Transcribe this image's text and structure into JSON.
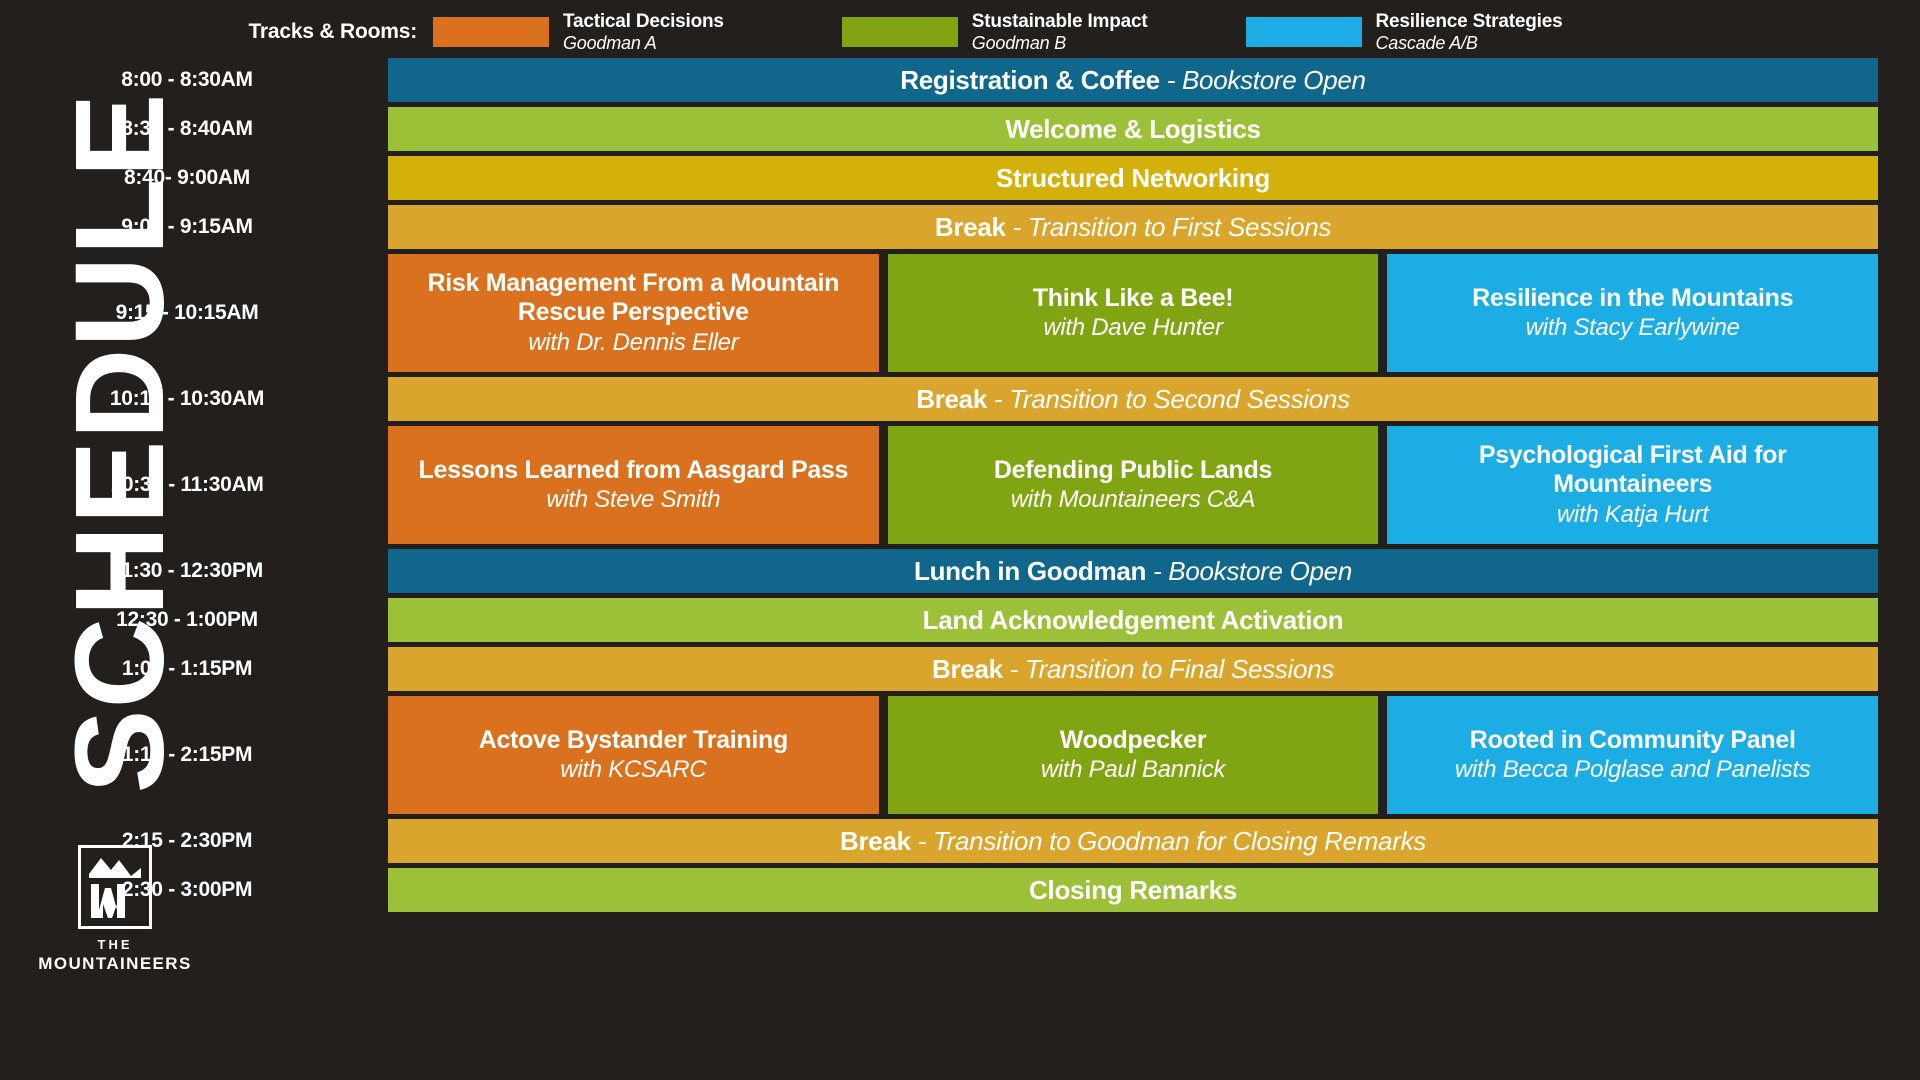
{
  "page": {
    "title": "SCHEDULE",
    "background_color": "#221f1d"
  },
  "logo": {
    "mark": "mountain-m-icon",
    "line1": "THE",
    "line2": "MOUNTAINEERS"
  },
  "legend": {
    "title": "Tracks & Rooms:",
    "items": [
      {
        "track": "Tactical Decisions",
        "room": "Goodman A",
        "color": "#d9711f"
      },
      {
        "track": "Stustainable Impact",
        "room": "Goodman B",
        "color": "#81a512"
      },
      {
        "track": "Resilience Strategies",
        "room": "Cascade A/B",
        "color": "#1cade4"
      }
    ]
  },
  "colors": {
    "orange": "#d9711f",
    "green": "#81a512",
    "blue": "#1cade4",
    "teal": "#11678b",
    "lime": "#9cc037",
    "gold": "#d3b00a",
    "break": "#d9a52c",
    "dark": "#221f1d"
  },
  "rows": [
    {
      "type": "bar",
      "time": "8:00 - 8:30AM",
      "color": "#11678b",
      "title": "Registration & Coffee",
      "subtitle": " - Bookstore Open"
    },
    {
      "type": "bar",
      "time": "8:30 - 8:40AM",
      "color": "#9cc037",
      "title": "Welcome & Logistics",
      "subtitle": ""
    },
    {
      "type": "bar",
      "time": "8:40- 9:00AM",
      "color": "#d3b00a",
      "title": "Structured Networking",
      "subtitle": ""
    },
    {
      "type": "bar",
      "time": "9:00 - 9:15AM",
      "color": "#d9a52c",
      "title": "Break",
      "subtitle": " - Transition to First Sessions"
    },
    {
      "type": "sessions",
      "time": "9:15 - 10:15AM",
      "cards": [
        {
          "color": "#d9711f",
          "title": "Risk Management From a Mountain Rescue Perspective",
          "sub": "with Dr. Dennis Eller"
        },
        {
          "color": "#81a512",
          "title": "Think Like a Bee!",
          "sub": "with Dave Hunter"
        },
        {
          "color": "#1cade4",
          "title": "Resilience in the Mountains",
          "sub": "with Stacy Earlywine"
        }
      ]
    },
    {
      "type": "bar",
      "time": "10:15 - 10:30AM",
      "color": "#d9a52c",
      "title": "Break",
      "subtitle": " - Transition to Second Sessions"
    },
    {
      "type": "sessions",
      "time": "10:30 - 11:30AM",
      "cards": [
        {
          "color": "#d9711f",
          "title": "Lessons Learned from Aasgard Pass",
          "sub": "with Steve Smith"
        },
        {
          "color": "#81a512",
          "title": "Defending Public Lands",
          "sub": "with Mountaineers C&A"
        },
        {
          "color": "#1cade4",
          "title": "Psychological First Aid for Mountaineers",
          "sub": "with Katja Hurt"
        }
      ]
    },
    {
      "type": "bar",
      "time": "11:30 - 12:30PM",
      "color": "#11678b",
      "title": "Lunch in Goodman",
      "subtitle": " - Bookstore Open"
    },
    {
      "type": "bar",
      "time": "12:30 - 1:00PM",
      "color": "#9cc037",
      "title": "Land Acknowledgement Activation",
      "subtitle": ""
    },
    {
      "type": "bar",
      "time": "1:00 - 1:15PM",
      "color": "#d9a52c",
      "title": "Break",
      "subtitle": " - Transition to Final Sessions"
    },
    {
      "type": "sessions",
      "time": "1:15 - 2:15PM",
      "cards": [
        {
          "color": "#d9711f",
          "title": "Actove Bystander Training",
          "sub": "with KCSARC"
        },
        {
          "color": "#81a512",
          "title": "Woodpecker",
          "sub": "with Paul Bannick"
        },
        {
          "color": "#1cade4",
          "title": "Rooted in Community Panel",
          "sub": "with Becca Polglase and Panelists"
        }
      ]
    },
    {
      "type": "bar",
      "time": "2:15 - 2:30PM",
      "color": "#d9a52c",
      "title": "Break",
      "subtitle": " - Transition to Goodman for Closing Remarks"
    },
    {
      "type": "bar",
      "time": "2:30 - 3:00PM",
      "color": "#9cc037",
      "title": "Closing Remarks",
      "subtitle": ""
    }
  ]
}
